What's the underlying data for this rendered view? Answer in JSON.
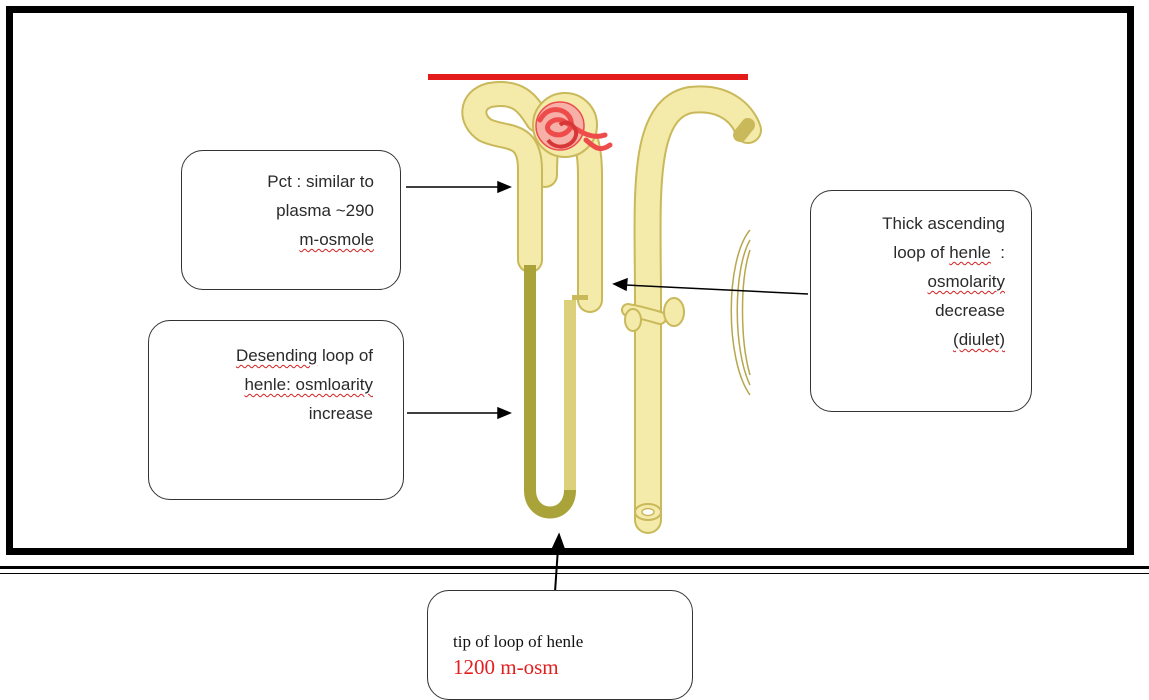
{
  "callouts": {
    "pct": {
      "lines": [
        "Pct : similar to",
        "plasma ~290",
        "m-osmole"
      ]
    },
    "descending": {
      "lines": [
        "loop of",
        "henle",
        ": osmloarity",
        "increase"
      ],
      "word": "Desending"
    },
    "thick": {
      "lines": [
        "Thick ascending",
        "loop of",
        "henle",
        ":",
        "osmolarity",
        "decrease",
        "(diulet)"
      ]
    },
    "tip": {
      "label": "tip of loop of henle",
      "value": "1200 m-osm"
    }
  },
  "colors": {
    "tubule_fill": "#f4eaa9",
    "tubule_outline": "#c9b95a",
    "descending_limb": "#a9a33a",
    "glomerulus": "#ee4b4b",
    "top_bar": "#e31b1b",
    "tip_value": "#e32020"
  },
  "icons": [
    "arrow-right-icon",
    "arrow-left-icon",
    "arrow-up-icon"
  ]
}
